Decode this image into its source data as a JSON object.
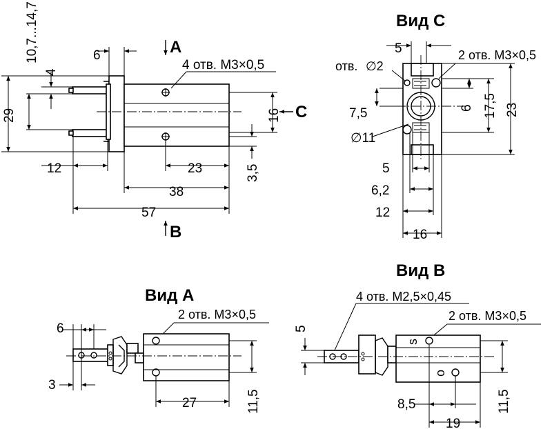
{
  "front_view": {
    "dims": {
      "w_6": "6",
      "h_range": "10,7...14,7",
      "h_4": "4",
      "h_29": "29",
      "w_12": "12",
      "w_23": "23",
      "w_38": "38",
      "w_57": "57",
      "h_16": "16",
      "h_3_5": "3,5"
    },
    "note_holes": "4 отв. М3×0,5",
    "arrow_A": "A",
    "arrow_B": "B",
    "arrow_C": "C"
  },
  "view_c": {
    "title": "Вид С",
    "dims": {
      "w_5_top": "5",
      "hole_label": "отв.",
      "dia_2": "∅2",
      "dia_11": "∅11",
      "h_7_5": "7,5",
      "h_6": "6",
      "h_17_5": "17,5",
      "h_23": "23",
      "w_5": "5",
      "w_6_2": "6,2",
      "w_12": "12",
      "w_16": "16"
    },
    "note_holes": "2 отв. М3×0,5"
  },
  "view_a": {
    "title": "Вид А",
    "note_holes": "2 отв. М3×0,5",
    "dims": {
      "w_6": "6",
      "w_3": "3",
      "w_27": "27",
      "h_11_5": "11,5"
    }
  },
  "view_b": {
    "title": "Вид В",
    "note_holes_small": "4 отв. М2,5×0,45",
    "note_holes": "2 отв. М3×0,5",
    "mark_s": "s",
    "mark_o": "o",
    "dims": {
      "h_5": "5",
      "w_8_5": "8,5",
      "w_19": "19",
      "h_11_5": "11,5"
    }
  }
}
